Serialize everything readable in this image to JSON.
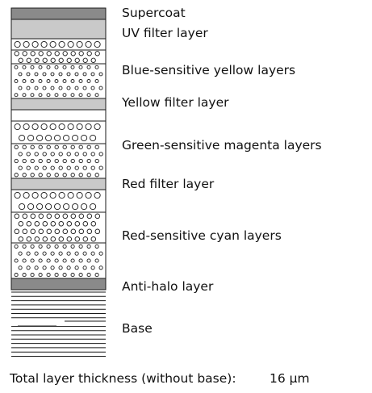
{
  "diagram": {
    "layers": [
      {
        "id": "supercoat",
        "label": "Supercoat"
      },
      {
        "id": "uv-filter",
        "label": "UV filter layer"
      },
      {
        "id": "blue-sensitive",
        "label": "Blue-sensitive yellow layers"
      },
      {
        "id": "yellow-filter",
        "label": "Yellow filter layer"
      },
      {
        "id": "green-sensitive",
        "label": "Green-sensitive magenta layers"
      },
      {
        "id": "red-filter",
        "label": "Red filter layer"
      },
      {
        "id": "red-sensitive",
        "label": "Red-sensitive cyan layers"
      },
      {
        "id": "anti-halo",
        "label": "Anti-halo layer"
      },
      {
        "id": "base",
        "label": "Base"
      }
    ],
    "footer": {
      "label": "Total layer thickness (without base):",
      "value": "16 µm"
    },
    "colors": {
      "dark_gray": "#8a8a8a",
      "light_gray": "#c9c9c9",
      "stroke": "#1a1a1a"
    }
  }
}
